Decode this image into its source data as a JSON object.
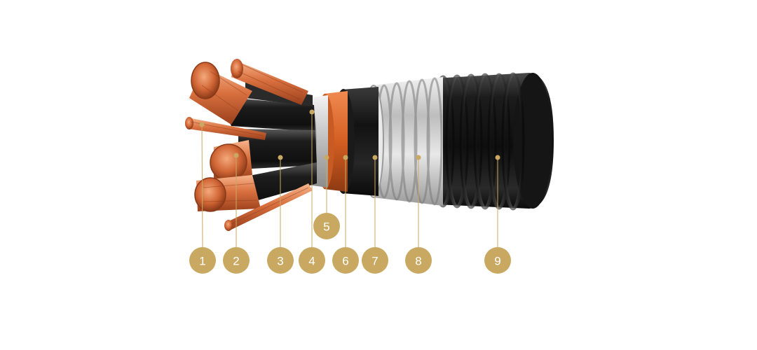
{
  "colors": {
    "badge": "#c9a961",
    "leader_line": "#c9a961",
    "copper_light": "#f3a57c",
    "copper": "#d9703f",
    "copper_dark": "#a3451f",
    "core_insulation": "#1e1e1e",
    "binder_tape": "#d8d8d8",
    "bedding": "#e06a2c",
    "inner_sheath": "#151515",
    "armour": "#cfcfcf",
    "outer_sheath": "#121212"
  },
  "callouts": [
    {
      "label": "1"
    },
    {
      "label": "2"
    },
    {
      "label": "3"
    },
    {
      "label": "4"
    },
    {
      "label": "5"
    },
    {
      "label": "6"
    },
    {
      "label": "7"
    },
    {
      "label": "8"
    },
    {
      "label": "9"
    }
  ]
}
